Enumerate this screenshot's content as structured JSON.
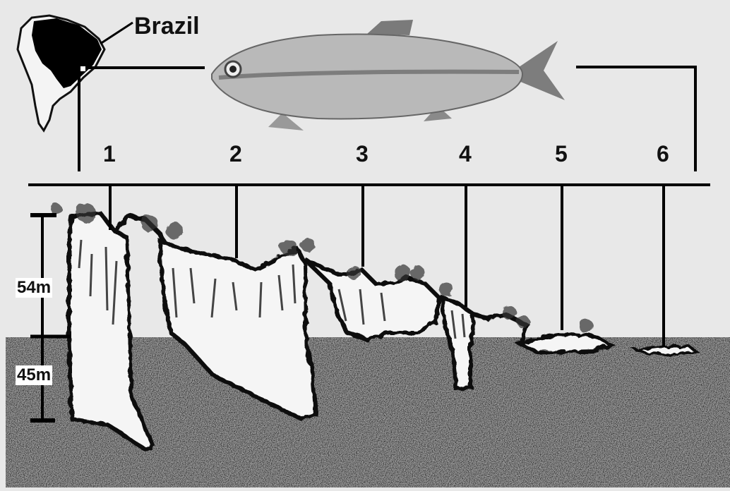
{
  "map": {
    "country": "Brazil"
  },
  "sites": [
    {
      "label": "1"
    },
    {
      "label": "2"
    },
    {
      "label": "3"
    },
    {
      "label": "4"
    },
    {
      "label": "5"
    },
    {
      "label": "6"
    }
  ],
  "scale": {
    "upper": "54m",
    "lower": "45m"
  },
  "colors": {
    "ink": "#000000",
    "sky": "#e8e8e8",
    "cavern": "#f6f6f6",
    "rock": "#2a2a2a"
  }
}
